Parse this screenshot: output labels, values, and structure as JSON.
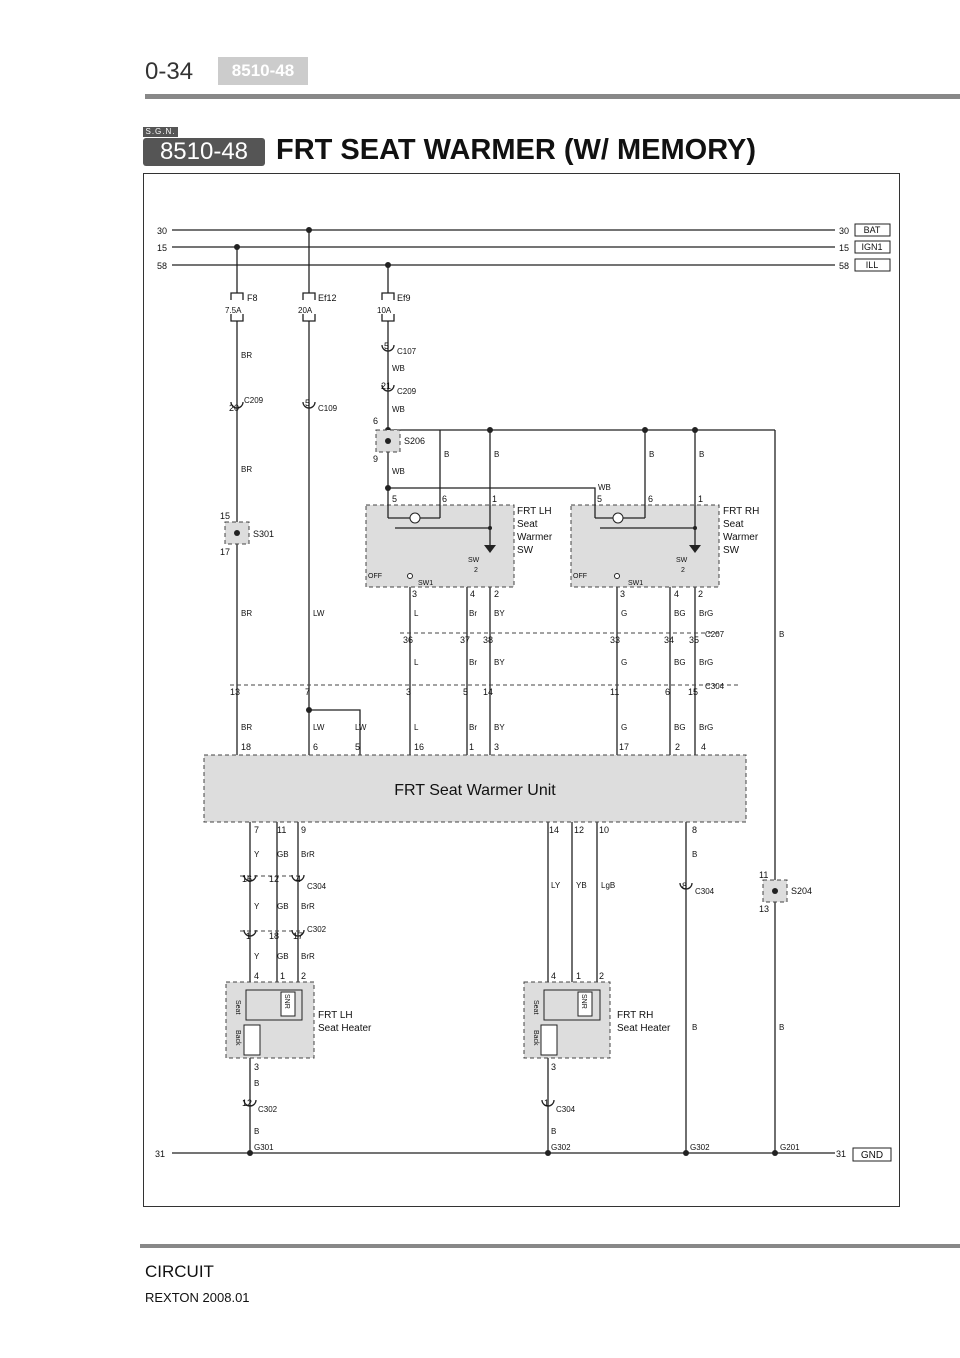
{
  "header": {
    "page_number": "0-34",
    "section_tag": "8510-48"
  },
  "title_block": {
    "sgn": "S.G.N.",
    "code": "8510-48",
    "title": "FRT SEAT WARMER (W/ MEMORY)"
  },
  "rails": [
    {
      "num": "30",
      "name": "BAT"
    },
    {
      "num": "15",
      "name": "IGN1"
    },
    {
      "num": "58",
      "name": "ILL"
    },
    {
      "num": "31",
      "name": "GND"
    }
  ],
  "fuses": [
    {
      "name": "F8",
      "rating": "7.5A"
    },
    {
      "name": "Ef12",
      "rating": "20A"
    },
    {
      "name": "Ef9",
      "rating": "10A"
    }
  ],
  "connectors": {
    "c107": "C107",
    "c209": "C209",
    "c109": "C109",
    "s206": "S206",
    "s301": "S301",
    "c207": "C207",
    "c304": "C304",
    "c302": "C302",
    "s204": "S204"
  },
  "wire_colors": {
    "br": "BR",
    "lw": "LW",
    "wb": "WB",
    "b": "B",
    "l": "L",
    "brn": "Br",
    "by": "BY",
    "g": "G",
    "bg": "BG",
    "brg": "BrG",
    "y": "Y",
    "gb": "GB",
    "brr": "BrR",
    "ly": "LY",
    "yb": "YB",
    "lgb": "LgB"
  },
  "switches": {
    "lh_title": [
      "FRT LH",
      "Seat",
      "Warmer",
      "SW"
    ],
    "rh_title": [
      "FRT RH",
      "Seat",
      "Warmer",
      "SW"
    ],
    "off": "OFF",
    "sw1": "SW1",
    "sw": "SW",
    "two": "2"
  },
  "unit": {
    "label": "FRT Seat Warmer Unit"
  },
  "heaters": {
    "lh": [
      "FRT LH",
      "Seat Heater"
    ],
    "rh": [
      "FRT RH",
      "Seat Heater"
    ],
    "seat": "Seat",
    "back": "Back",
    "snr": "SNR"
  },
  "grounds": {
    "g301": "G301",
    "g302": "G302",
    "g201": "G201"
  },
  "footer": {
    "section": "CIRCUIT",
    "model": "REXTON 2008.01"
  }
}
